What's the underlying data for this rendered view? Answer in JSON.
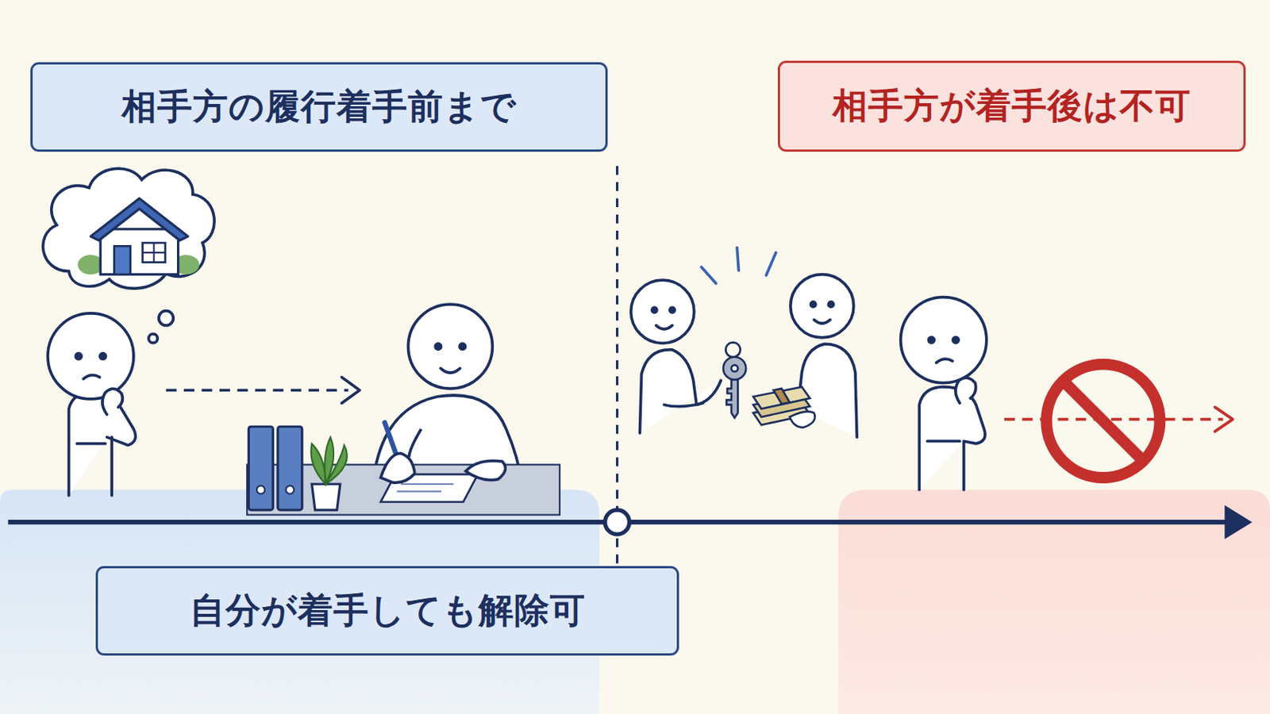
{
  "diagram": {
    "nodes": [
      {
        "text": [
          "相手方の履行着手前まで"
        ]
      },
      {
        "text": [
          "相手方が着手後は不可"
        ]
      },
      {
        "text": [
          "自分が着手しても解除可"
        ]
      }
    ]
  }
}
